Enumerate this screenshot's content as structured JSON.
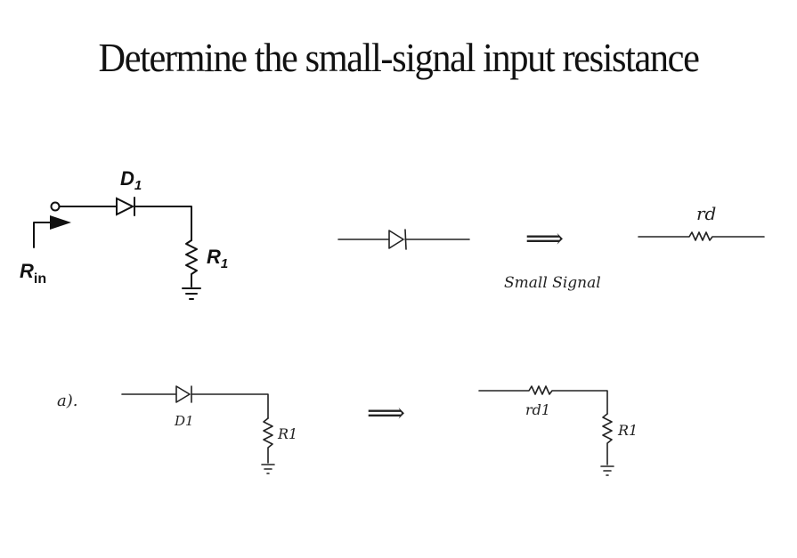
{
  "title": "Determine the small-signal input resistance",
  "top_circuit": {
    "diode_label_main": "D",
    "diode_label_sub": "1",
    "resistor_label_main": "R",
    "resistor_label_sub": "1",
    "rin_label_main": "R",
    "rin_label_sub": "in"
  },
  "small_signal_model": {
    "arrow": "⟹",
    "caption": "Small Signal",
    "rd_label": "rd"
  },
  "part_a": {
    "marker": "a).",
    "diode_label": "D1",
    "resistor_label": "R1",
    "arrow": "⟹",
    "rd1_label": "rd1",
    "resistor2_label": "R1"
  }
}
